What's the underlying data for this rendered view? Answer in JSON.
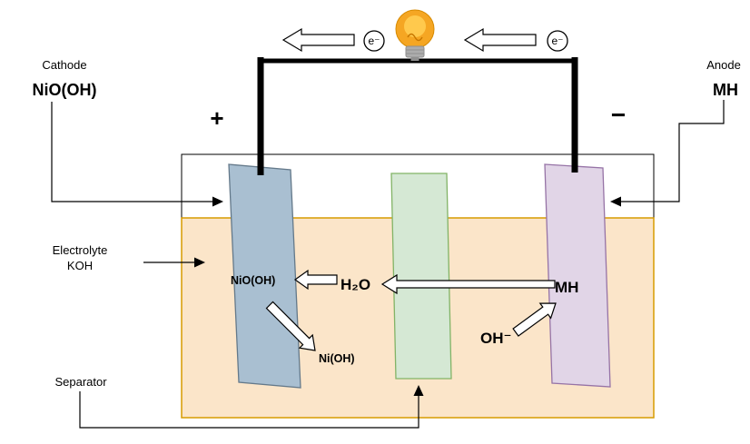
{
  "diagram": {
    "top": {
      "electron_label": "e⁻",
      "plus": "+",
      "minus": "−"
    },
    "cathode": {
      "title": "Cathode",
      "formula": "NiO(OH)"
    },
    "anode": {
      "title": "Anode",
      "formula": "MH"
    },
    "electrolyte_label": {
      "line1": "Electrolyte",
      "line2": "KOH"
    },
    "separator_label": "Separator",
    "reactions": {
      "cathode_species": "NiO(OH)",
      "water": "H₂O",
      "anode_species": "MH",
      "hydroxide": "OH⁻",
      "product": "Ni(OH)"
    },
    "colors": {
      "electrolyte_fill": "#FBE5C9",
      "electrolyte_stroke": "#D79B00",
      "cathode_fill": "#A9BFD1",
      "cathode_stroke": "#64798A",
      "separator_fill": "#D5E8D4",
      "separator_stroke": "#82B366",
      "anode_fill": "#E1D5E7",
      "anode_stroke": "#9673A6",
      "bulb_glass": "#F5A623",
      "bulb_inner": "#FFC94D",
      "bulb_base": "#ADADAD"
    }
  }
}
